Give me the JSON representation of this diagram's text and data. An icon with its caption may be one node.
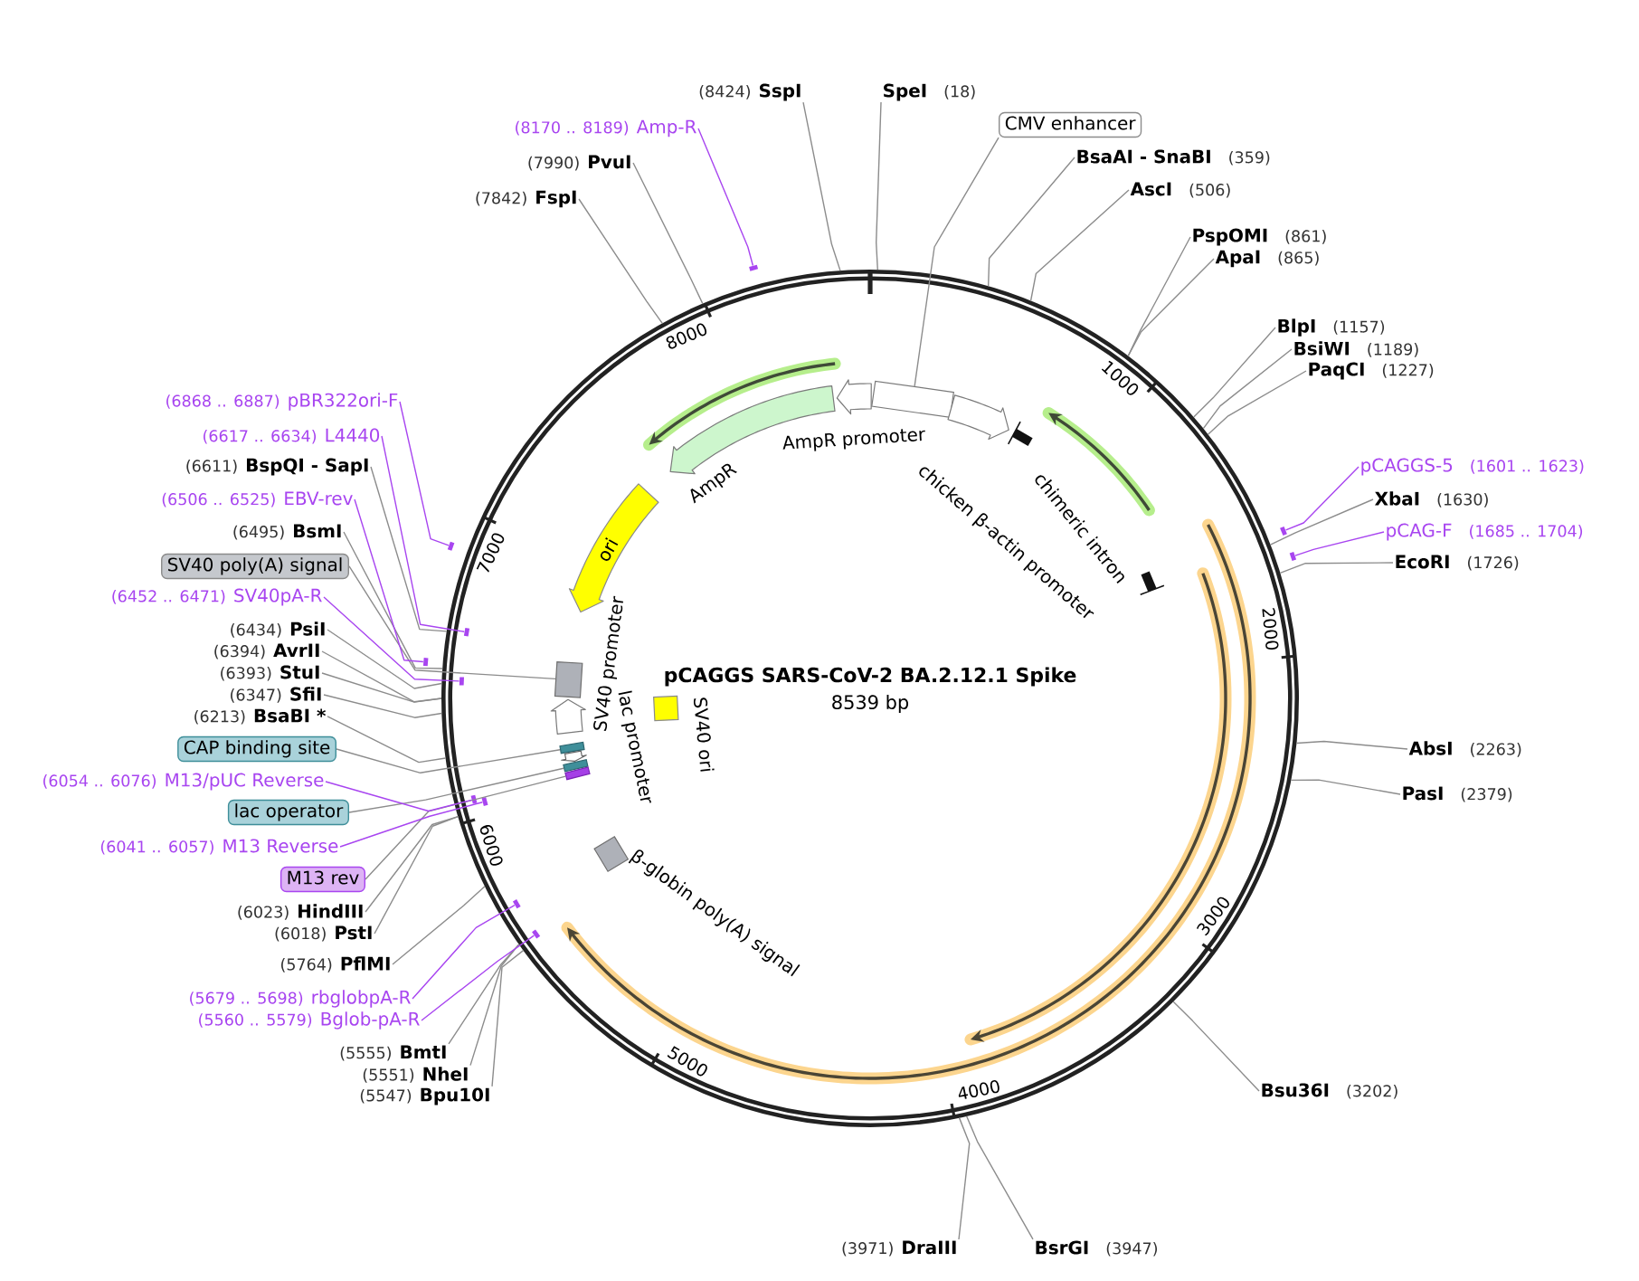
{
  "diagram": {
    "nodes": [
      {
        "text": [
          "pCAGGS SARS-CoV-2 BA.2.12.1 Spike",
          "8539 bp"
        ]
      },
      {
        "text": [
          "SpeI",
          "(18)"
        ]
      },
      {
        "text": [
          "CMV enhancer"
        ]
      },
      {
        "text": [
          "BsaAI - SnaBI",
          "(359)"
        ]
      },
      {
        "text": [
          "AscI",
          "(506)"
        ]
      },
      {
        "text": [
          "PspOMI",
          "(861)"
        ]
      },
      {
        "text": [
          "ApaI",
          "(865)"
        ]
      },
      {
        "text": [
          "BlpI",
          "(1157)"
        ]
      },
      {
        "text": [
          "BsiWI",
          "(1189)"
        ]
      },
      {
        "text": [
          "PaqCI",
          "(1227)"
        ]
      },
      {
        "text": [
          "pCAGGS-5",
          "(1601 .. 1623)"
        ]
      },
      {
        "text": [
          "XbaI",
          "(1630)"
        ]
      },
      {
        "text": [
          "pCAG-F",
          "(1685 .. 1704)"
        ]
      },
      {
        "text": [
          "EcoRI",
          "(1726)"
        ]
      },
      {
        "text": [
          "AbsI",
          "(2263)"
        ]
      },
      {
        "text": [
          "PasI",
          "(2379)"
        ]
      },
      {
        "text": [
          "Bsu36I",
          "(3202)"
        ]
      },
      {
        "text": [
          "BsrGI",
          "(3947)"
        ]
      },
      {
        "text": [
          "(3971)",
          "DraIII"
        ]
      },
      {
        "text": [
          "(5547)",
          "Bpu10I"
        ]
      },
      {
        "text": [
          "(5551)",
          "NheI"
        ]
      },
      {
        "text": [
          "(5555)",
          "BmtI"
        ]
      },
      {
        "text": [
          "(5560 .. 5579)",
          "Bglob-pA-R"
        ]
      },
      {
        "text": [
          "(5679 .. 5698)",
          "rbglobpA-R"
        ]
      },
      {
        "text": [
          "(5764)",
          "PflMI"
        ]
      },
      {
        "text": [
          "(6018)",
          "PstI"
        ]
      },
      {
        "text": [
          "(6023)",
          "HindIII"
        ]
      },
      {
        "text": [
          "M13 rev"
        ]
      },
      {
        "text": [
          "(6041 .. 6057)",
          "M13 Reverse"
        ]
      },
      {
        "text": [
          "lac operator"
        ]
      },
      {
        "text": [
          "(6054 .. 6076)",
          "M13/pUC Reverse"
        ]
      },
      {
        "text": [
          "CAP binding site"
        ]
      },
      {
        "text": [
          "(6213)",
          "BsaBI *"
        ]
      },
      {
        "text": [
          "(6347)",
          "SfiI"
        ]
      },
      {
        "text": [
          "(6393)",
          "StuI"
        ]
      },
      {
        "text": [
          "(6394)",
          "AvrII"
        ]
      },
      {
        "text": [
          "(6434)",
          "PsiI"
        ]
      },
      {
        "text": [
          "(6452 .. 6471)",
          "SV40pA-R"
        ]
      },
      {
        "text": [
          "SV40 poly(A) signal"
        ]
      },
      {
        "text": [
          "(6495)",
          "BsmI"
        ]
      },
      {
        "text": [
          "(6506 .. 6525)",
          "EBV-rev"
        ]
      },
      {
        "text": [
          "(6611)",
          "BspQI - SapI"
        ]
      },
      {
        "text": [
          "(6617 .. 6634)",
          "L4440"
        ]
      },
      {
        "text": [
          "(6868 .. 6887)",
          "pBR322ori-F"
        ]
      },
      {
        "text": [
          "(7842)",
          "FspI"
        ]
      },
      {
        "text": [
          "(7990)",
          "PvuI"
        ]
      },
      {
        "text": [
          "(8170 .. 8189)",
          "Amp-R"
        ]
      },
      {
        "text": [
          "(8424)",
          "SspI"
        ]
      },
      {
        "text": [],
        "shape": "arrow",
        "in": 0
      },
      {
        "text": [],
        "shape": "box",
        "in": 0
      },
      {
        "text": [],
        "shape": "arrow",
        "in": 0
      },
      {
        "text": [
          "chimeric intron"
        ],
        "in": 0
      },
      {
        "text": [],
        "shape": "arrow",
        "beside": [
          "AmpR"
        ],
        "in": 0
      },
      {
        "text": [
          "ori"
        ],
        "in": 0
      },
      {
        "text": [],
        "shape": "box",
        "in": 0
      },
      {
        "text": [],
        "shape": "arrow",
        "beside": [
          "SV40 promoter"
        ],
        "in": 0
      },
      {
        "text": [],
        "shape": "box",
        "beside": [
          "SV40 ori"
        ],
        "in": 0
      },
      {
        "text": [],
        "shape": "box",
        "in": 0
      },
      {
        "text": [],
        "shape": "arrow",
        "in": 0
      },
      {
        "text": [],
        "shape": "box",
        "in": 0
      },
      {
        "text": [],
        "shape": "box",
        "in": 0
      },
      {
        "text": [],
        "shape": "box",
        "beside": [
          "β-globin poly(A) signal"
        ],
        "in": 0
      },
      {
        "text": [],
        "shape": "bar"
      },
      {
        "text": [],
        "shape": "bar"
      },
      {
        "text": [],
        "shape": "bar",
        "in": 0
      },
      {
        "text": [],
        "shape": "bar",
        "in": 0
      },
      {
        "text": [],
        "shape": "bar",
        "in": 0
      },
      {
        "text": [],
        "shape": "bar",
        "in": 0
      },
      {
        "text": [],
        "shape": "bar",
        "in": 0
      },
      {
        "text": [],
        "shape": "bar"
      },
      {
        "text": [],
        "shape": "bar",
        "in": 0
      },
      {
        "text": [],
        "shape": "bar"
      },
      {
        "text": [],
        "shape": "bar"
      }
    ],
    "edges": [
      {
        "from": 1,
        "to": 0,
        "arrow": "none"
      },
      {
        "from": 2,
        "to": 49,
        "arrow": "none"
      },
      {
        "from": 3,
        "to": 0,
        "arrow": "none"
      },
      {
        "from": 4,
        "to": 0,
        "arrow": "none"
      },
      {
        "from": 5,
        "to": 0,
        "arrow": "none"
      },
      {
        "from": 6,
        "to": 0,
        "arrow": "none"
      },
      {
        "from": 7,
        "to": 0,
        "arrow": "none"
      },
      {
        "from": 8,
        "to": 0,
        "arrow": "none"
      },
      {
        "from": 9,
        "to": 0,
        "arrow": "none"
      },
      {
        "from": 10,
        "to": 62,
        "arrow": "none",
        "color": "#a845f0"
      },
      {
        "from": 11,
        "to": 0,
        "arrow": "none"
      },
      {
        "from": 12,
        "to": 63,
        "arrow": "none",
        "color": "#a845f0"
      },
      {
        "from": 13,
        "to": 0,
        "arrow": "none"
      },
      {
        "from": 14,
        "to": 0,
        "arrow": "none"
      },
      {
        "from": 15,
        "to": 0,
        "arrow": "none"
      },
      {
        "from": 16,
        "to": 0,
        "arrow": "none"
      },
      {
        "from": 17,
        "to": 0,
        "arrow": "none"
      },
      {
        "from": 18,
        "to": 0,
        "arrow": "none"
      },
      {
        "from": 19,
        "to": 0,
        "arrow": "none"
      },
      {
        "from": 20,
        "to": 0,
        "arrow": "none"
      },
      {
        "from": 21,
        "to": 0,
        "arrow": "none"
      },
      {
        "from": 22,
        "to": 64,
        "arrow": "none",
        "color": "#a845f0"
      },
      {
        "from": 23,
        "to": 65,
        "arrow": "none",
        "color": "#a845f0"
      },
      {
        "from": 24,
        "to": 0,
        "arrow": "none"
      },
      {
        "from": 25,
        "to": 0,
        "arrow": "none"
      },
      {
        "from": 26,
        "to": 0,
        "arrow": "none"
      },
      {
        "from": 27,
        "to": 60,
        "arrow": "none"
      },
      {
        "from": 28,
        "to": 66,
        "arrow": "none",
        "color": "#a845f0"
      },
      {
        "from": 29,
        "to": 59,
        "arrow": "none"
      },
      {
        "from": 30,
        "to": 67,
        "arrow": "none",
        "color": "#a845f0"
      },
      {
        "from": 31,
        "to": 57,
        "arrow": "none"
      },
      {
        "from": 32,
        "to": 0,
        "arrow": "none"
      },
      {
        "from": 33,
        "to": 0,
        "arrow": "none"
      },
      {
        "from": 34,
        "to": 0,
        "arrow": "none"
      },
      {
        "from": 35,
        "to": 0,
        "arrow": "none"
      },
      {
        "from": 36,
        "to": 0,
        "arrow": "none"
      },
      {
        "from": 37,
        "to": 68,
        "arrow": "none",
        "color": "#a845f0"
      },
      {
        "from": 38,
        "to": 54,
        "arrow": "none"
      },
      {
        "from": 39,
        "to": 0,
        "arrow": "none"
      },
      {
        "from": 40,
        "to": 69,
        "arrow": "none",
        "color": "#a845f0"
      },
      {
        "from": 41,
        "to": 0,
        "arrow": "none"
      },
      {
        "from": 42,
        "to": 70,
        "arrow": "none",
        "color": "#a845f0"
      },
      {
        "from": 43,
        "to": 71,
        "arrow": "none",
        "color": "#a845f0"
      },
      {
        "from": 44,
        "to": 0,
        "arrow": "none"
      },
      {
        "from": 45,
        "to": 0,
        "arrow": "none"
      },
      {
        "from": 46,
        "to": 72,
        "arrow": "none",
        "color": "#a845f0"
      },
      {
        "from": 47,
        "to": 0,
        "arrow": "none"
      }
    ],
    "labels": [
      "AmpR promoter",
      "chicken β-actin promoter",
      "lac promoter",
      "1000",
      "2000",
      "3000",
      "4000",
      "5000",
      "6000",
      "7000",
      "8000"
    ]
  }
}
